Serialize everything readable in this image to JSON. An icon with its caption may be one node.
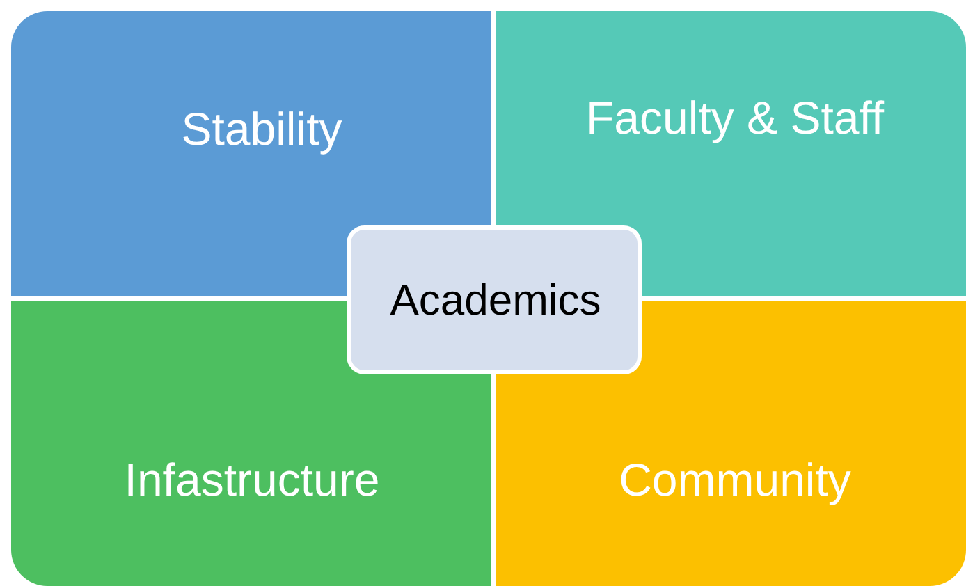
{
  "diagram": {
    "nodes": [
      {
        "text": [
          "Stability"
        ]
      },
      {
        "text": [
          "Faculty & Staff"
        ]
      },
      {
        "text": [
          "Infastructure"
        ]
      },
      {
        "text": [
          "Community"
        ]
      },
      {
        "text": [
          "Academics"
        ]
      }
    ]
  }
}
